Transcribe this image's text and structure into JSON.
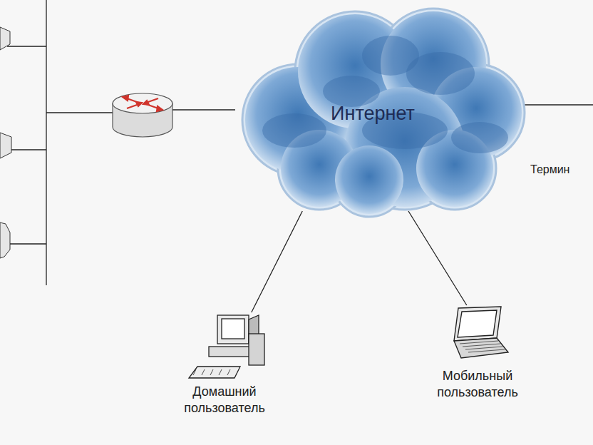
{
  "diagram": {
    "nodes": [
      {
        "text": [
          "Интернет"
        ]
      },
      {
        "text": [
          "Домашний пользователь"
        ]
      },
      {
        "text": [
          "Мобильный пользователь"
        ]
      }
    ],
    "edges": [
      {
        "from": 0,
        "to": 1,
        "arrow": "none"
      },
      {
        "from": 0,
        "to": 2,
        "arrow": "none"
      }
    ],
    "labels": [
      "Термин"
    ]
  }
}
